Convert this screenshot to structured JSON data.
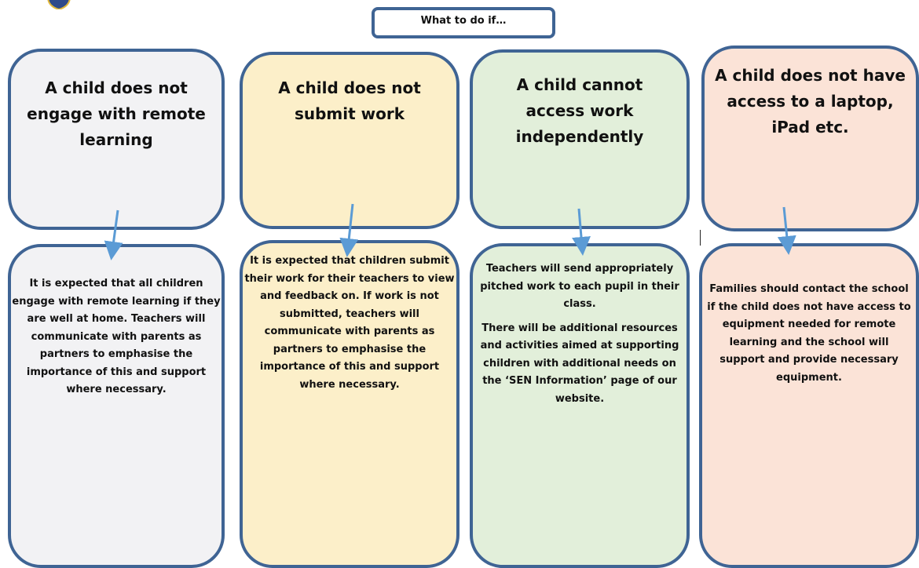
{
  "title": "What to do if…",
  "logo_icon": "school-crest-icon",
  "columns": [
    {
      "id": "engage",
      "heading": "A child does not engage with remote learning",
      "body": [
        "It is expected that all children engage with remote learning if they are well at home. Teachers will communicate with parents as partners to emphasise the importance of this and support where necessary."
      ],
      "color": "#f2f2f4"
    },
    {
      "id": "submit",
      "heading": "A child does not submit work",
      "body": [
        "It is expected that children submit their work for their teachers to view and feedback on. If work is not submitted, teachers will communicate with parents as partners to emphasise the importance of this and support where necessary."
      ],
      "color": "#fcefc9"
    },
    {
      "id": "access",
      "heading": "A child cannot access work independently",
      "body": [
        "Teachers will send appropriately pitched work to each pupil in their class.",
        "There will be additional resources and activities aimed at supporting children with additional needs on the ‘SEN Information’ page of our website."
      ],
      "color": "#e2efda"
    },
    {
      "id": "device",
      "heading": "A child does not have access to a laptop, iPad etc.",
      "body": [
        "Families should contact the school if the child does not have access to equipment needed for remote learning and the school will support and provide necessary equipment."
      ],
      "color": "#fbe3d7"
    }
  ],
  "border_color": "#3f6494",
  "arrow_color": "#5b9bd5"
}
